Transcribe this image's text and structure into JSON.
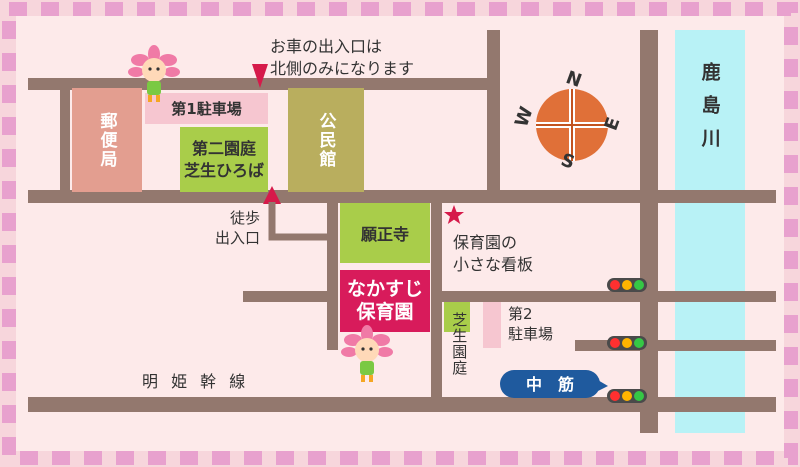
{
  "labels": {
    "post_office": "郵便局",
    "parking1": "第1駐車場",
    "park2_line1": "第二園庭",
    "park2_line2": "芝生ひろば",
    "community_hall": "公民館",
    "car_entrance_line1": "お車の出入口は",
    "car_entrance_line2": "北側のみになります",
    "walk_entrance_line1": "徒歩",
    "walk_entrance_line2": "出入口",
    "temple": "願正寺",
    "nursery_line1": "なかすじ",
    "nursery_line2": "保育園",
    "sign_line1": "保育園の",
    "sign_line2": "小さな看板",
    "parking2_line1": "第2",
    "parking2_line2": "駐車場",
    "lawn_garden": "芝生園庭",
    "main_road": "明 姫 幹 線",
    "nakasuji_sign": "中　筋",
    "river": "鹿島川"
  },
  "compass": {
    "n": "N",
    "s": "S",
    "e": "E",
    "w": "W"
  },
  "colors": {
    "road": "#93786e",
    "post_office": "#e39e90",
    "parking": "#f6c6d0",
    "green": "#a9cd4a",
    "community_hall": "#b9ae5e",
    "nursery": "#d81b5b",
    "river": "#b8f2f6",
    "arrow": "#d61a4a",
    "sign": "#1f5a9e",
    "compass": "#e07038"
  }
}
